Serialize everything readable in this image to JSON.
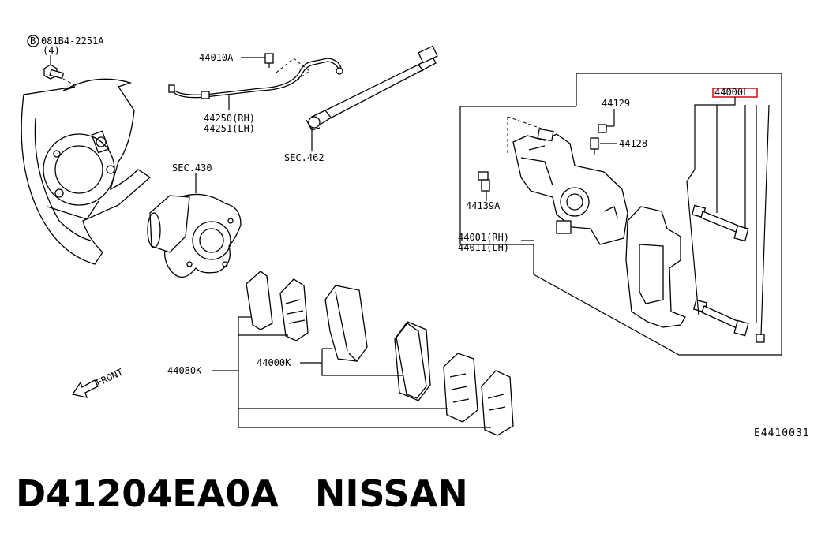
{
  "labels": {
    "bolt_ref": "081B4-2251A",
    "bolt_qty": "(4)",
    "bolt_circle": "B",
    "sensor_top": "44010A",
    "hose_rh": "44250(RH)",
    "hose_lh": "44251(LH)",
    "sec462": "SEC.462",
    "sec430": "SEC.430",
    "bleeder_cap": "44129",
    "bleeder": "44128",
    "highlight": "44000L",
    "caliper_bolt": "44139A",
    "caliper_rh": "44001(RH)",
    "caliper_lh": "44011(LH)",
    "pad_kit": "44000K",
    "shim_kit": "44080K",
    "front": "FRONT"
  },
  "diagram_code": "E4410031",
  "caption": "D41204EA0A　NISSAN",
  "colors": {
    "highlight": "#e0141e",
    "ink": "#000000"
  }
}
